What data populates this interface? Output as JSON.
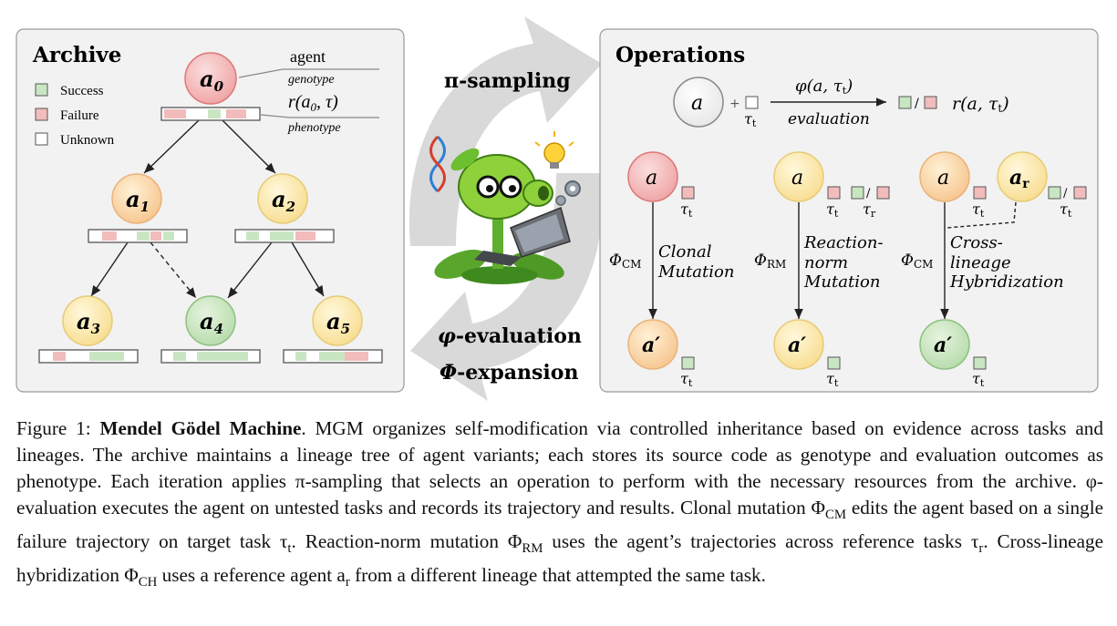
{
  "archive": {
    "title": "Archive",
    "legend": [
      {
        "label": "Success",
        "color": "#c9e6c3"
      },
      {
        "label": "Failure",
        "color": "#f2bcbc"
      },
      {
        "label": "Unknown",
        "color": "#ffffff"
      }
    ],
    "annotations": {
      "agent": "agent",
      "genotype": "genotype",
      "reward": "r(a",
      "reward_sub": "0",
      "reward_tail": ", τ)",
      "phenotype": "phenotype"
    },
    "nodes": [
      {
        "label": "a",
        "sub": "0",
        "kind": "failure"
      },
      {
        "label": "a",
        "sub": "1",
        "kind": "unknown"
      },
      {
        "label": "a",
        "sub": "2",
        "kind": "unknown"
      },
      {
        "label": "a",
        "sub": "3",
        "kind": "unknown"
      },
      {
        "label": "a",
        "sub": "4",
        "kind": "success"
      },
      {
        "label": "a",
        "sub": "5",
        "kind": "unknown"
      }
    ]
  },
  "center": {
    "pi_sampling": "π-sampling",
    "phi_eval_sym": "φ",
    "phi_eval_text": "-evaluation",
    "phi_exp_sym": "Φ",
    "phi_exp_text": "-expansion"
  },
  "operations": {
    "title": "Operations",
    "top": {
      "node": "a",
      "plus": "+",
      "tau": "τ",
      "tau_sub": "t",
      "arrow_top": "φ(a, τ",
      "arrow_top_sub": "t",
      "arrow_top_tail": ")",
      "arrow_bottom": "evaluation",
      "slash": "/",
      "result": "r(a, τ",
      "result_sub": "t",
      "result_tail": ")"
    },
    "columns": [
      {
        "source": "a",
        "op": "Φ",
        "op_sub": "CM",
        "lines": [
          "Clonal",
          "Mutation"
        ],
        "target": "a′"
      },
      {
        "source": "a",
        "op": "Φ",
        "op_sub": "RM",
        "lines": [
          "Reaction-",
          "norm",
          "Mutation"
        ],
        "target": "a′"
      },
      {
        "source": "a",
        "ref": "a",
        "ref_sub": "r",
        "op": "Φ",
        "op_sub": "CM",
        "lines": [
          "Cross-",
          "lineage",
          "Hybridization"
        ],
        "target": "a′"
      }
    ],
    "tau_t": "τ",
    "tau_t_sub": "t",
    "tau_r": "τ",
    "tau_r_sub": "r",
    "slash": "/"
  },
  "caption": {
    "fig": "Figure 1: ",
    "title": "Mendel Gödel Machine",
    "body": ". MGM organizes self-modification via controlled inheritance based on evidence across tasks and lineages. The archive maintains a lineage tree of agent variants; each stores its source code as genotype and evaluation outcomes as phenotype. Each iteration applies π-sampling that selects an operation to perform with the necessary resources from the archive. φ-evaluation executes the agent on untested tasks and records its trajectory and results. Clonal mutation Φ",
    "sub1": "CM",
    "body2": " edits the agent based on a single failure trajectory on target task τ",
    "sub2": "t",
    "body3": ". Reaction-norm mutation Φ",
    "sub3": "RM",
    "body4": " uses the agent’s trajectories across reference tasks τ",
    "sub4": "r",
    "body5": ". Cross-lineage hybridization Φ",
    "sub5": "CH",
    "body6": " uses a reference agent a",
    "sub6": "r",
    "body7": " from a different lineage that attempted the same task."
  }
}
